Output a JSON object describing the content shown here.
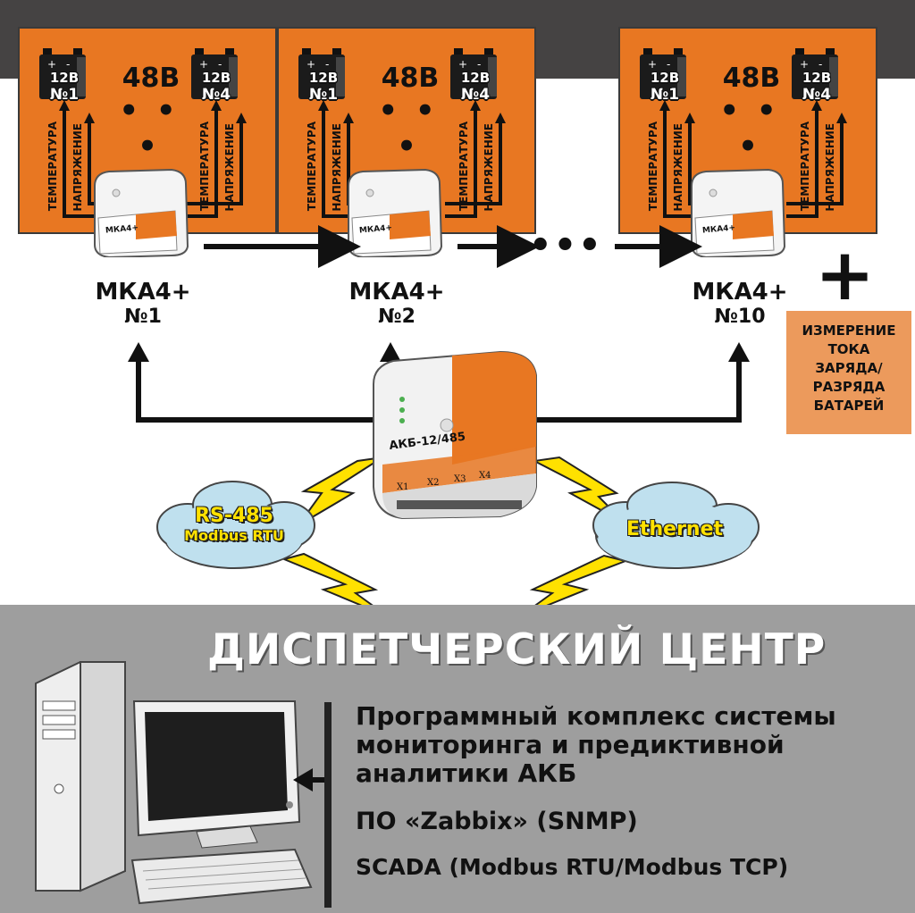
{
  "groups": [
    {
      "voltage": "48В",
      "ellipsis": "• • •",
      "battery_first": {
        "voltage": "12В",
        "number": "№1"
      },
      "battery_last": {
        "voltage": "12В",
        "number": "№4"
      },
      "signal_labels": {
        "temperature": "ТЕМПЕРАТУРА",
        "voltage": "НАПРЯЖЕНИЕ"
      },
      "module": {
        "name": "МКА4+",
        "number": "№1"
      }
    },
    {
      "voltage": "48В",
      "ellipsis": "• • •",
      "battery_first": {
        "voltage": "12В",
        "number": "№1"
      },
      "battery_last": {
        "voltage": "12В",
        "number": "№4"
      },
      "signal_labels": {
        "temperature": "ТЕМПЕРАТУРА",
        "voltage": "НАПРЯЖЕНИЕ"
      },
      "module": {
        "name": "МКА4+",
        "number": "№2"
      }
    },
    {
      "voltage": "48В",
      "ellipsis": "• • •",
      "battery_first": {
        "voltage": "12В",
        "number": "№1"
      },
      "battery_last": {
        "voltage": "12В",
        "number": "№4"
      },
      "signal_labels": {
        "temperature": "ТЕМПЕРАТУРА",
        "voltage": "НАПРЯЖЕНИЕ"
      },
      "module": {
        "name": "МКА4+",
        "number": "№10"
      }
    }
  ],
  "module_device_label": "МКА4+",
  "chain_ellipsis": "•••",
  "plus_sign": "+",
  "current_measurement": [
    "ИЗМЕРЕНИЕ",
    "ТОКА",
    "ЗАРЯДА/",
    "РАЗРЯДА",
    "БАТАРЕЙ"
  ],
  "controller": {
    "name": "АКБ-12/485",
    "ports": [
      "X1",
      "X2",
      "X3",
      "X4"
    ]
  },
  "links": {
    "rs485": {
      "line1": "RS-485",
      "line2": "Modbus RTU"
    },
    "ethernet": "Ethernet"
  },
  "dispatch": {
    "title": "ДИСПЕТЧЕРСКИЙ ЦЕНТР",
    "software": [
      "Программный комплекс системы",
      "мониторинга и предиктивной",
      "аналитики  АКБ"
    ],
    "zabbix": "ПО «Zabbix» (SNMP)",
    "scada": "SCADA (Modbus RTU/Modbus TCP)"
  },
  "colors": {
    "orange": "#e87722",
    "light_orange": "#ec9a5c",
    "dark": "#454343",
    "grey": "#9e9e9e",
    "bolt": "#ffe100"
  }
}
